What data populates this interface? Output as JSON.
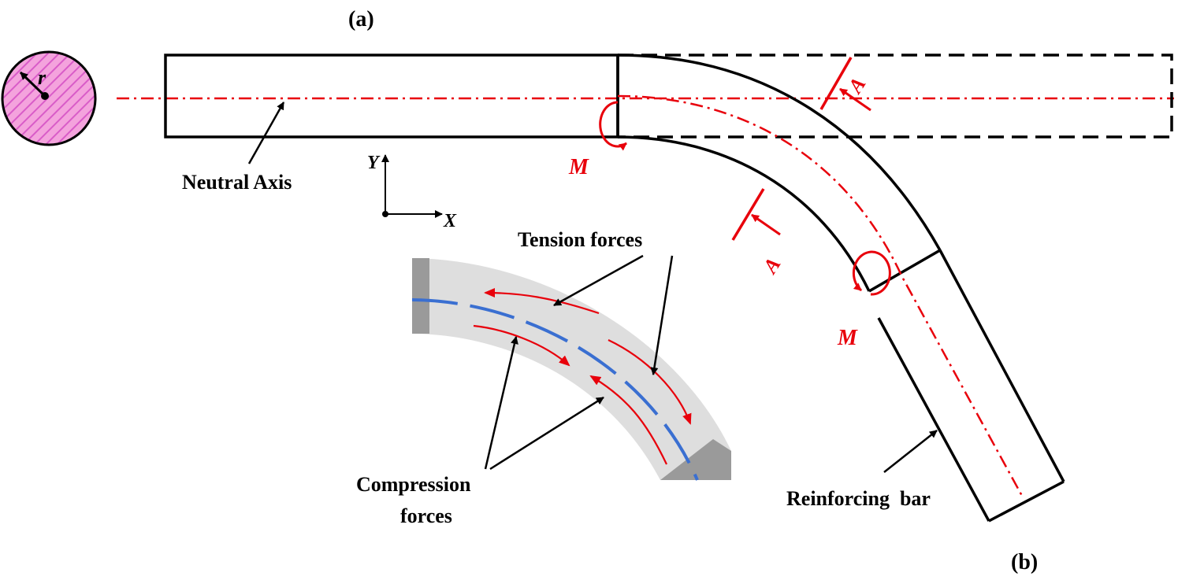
{
  "panel_labels": {
    "a": "(a)",
    "b": "(b)"
  },
  "labels": {
    "radius": "r",
    "neutral_axis": "Neutral Axis",
    "axis_y": "Y",
    "axis_x": "X",
    "moment_top": "M",
    "moment_bottom": "M",
    "section_top": "A",
    "section_bottom": "A",
    "tension": "Tension forces",
    "compression_line1": "Compression",
    "compression_line2": "forces",
    "bar": "Reinforcing  bar"
  },
  "colors": {
    "outline": "#000000",
    "neutral_axis": "#e8000b",
    "section_fill": "#f4a3dd",
    "section_hatch": "#d95cc8",
    "inset_band": "#dedede",
    "inset_end": "#9a9a9a",
    "inset_axis": "#3a6fd1",
    "force_arrow": "#e8000b"
  },
  "icons": [
    "arrow-icon",
    "moment-arrow-icon",
    "section-cut-icon"
  ]
}
